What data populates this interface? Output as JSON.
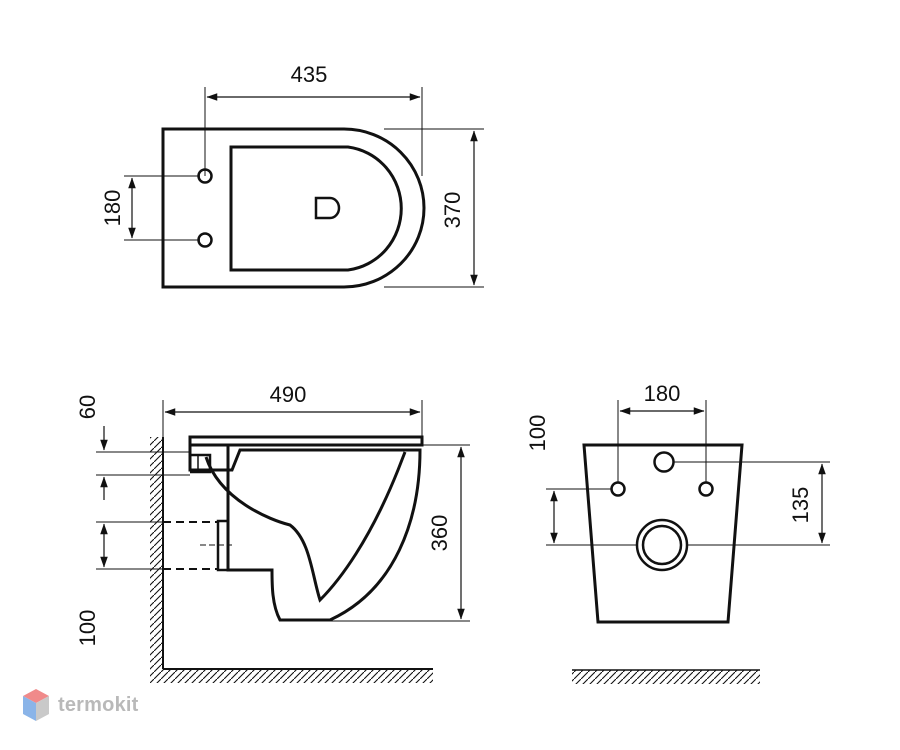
{
  "top_view": {
    "width_dim": "435",
    "depth_dim": "370",
    "bolt_spacing_dim": "180"
  },
  "side_view": {
    "length_dim": "490",
    "height_dim": "360",
    "inlet_offset_dim": "60",
    "outlet_offset_dim": "100"
  },
  "back_view": {
    "bolt_spacing_dim": "180",
    "inlet_offset_dim": "100",
    "outlet_offset_dim": "135"
  },
  "brand": {
    "name": "termokit",
    "colors": {
      "top": "#f08a8a",
      "left": "#8ab4e8",
      "right": "#c9c9c9"
    }
  },
  "colors": {
    "line": "#111111",
    "background": "#ffffff"
  }
}
